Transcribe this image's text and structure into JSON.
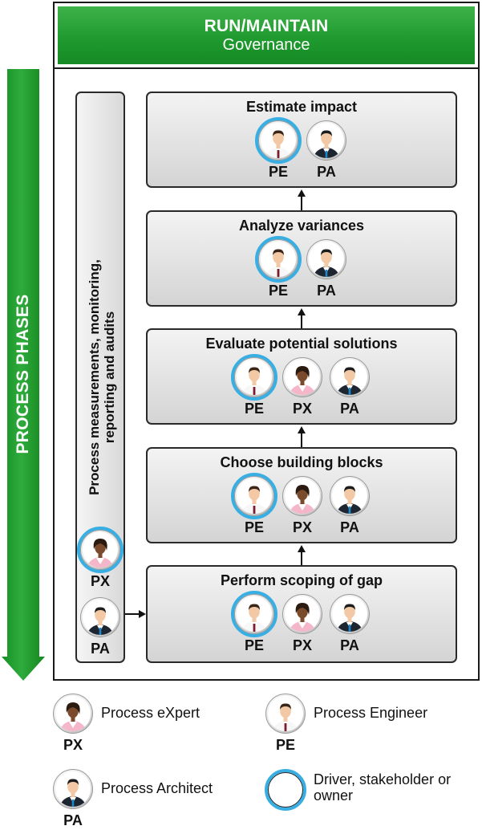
{
  "header": {
    "title": "RUN/MAINTAIN",
    "subtitle": "Governance"
  },
  "phases_label": "PROCESS PHASES",
  "side_panel": {
    "text": "Process measurements, monitoring, reporting and audits",
    "roles": [
      "PX",
      "PA"
    ]
  },
  "steps": [
    {
      "title": "Estimate impact",
      "roles": [
        "PE",
        "PA"
      ],
      "driver": "PE"
    },
    {
      "title": "Analyze variances",
      "roles": [
        "PE",
        "PA"
      ],
      "driver": "PE"
    },
    {
      "title": "Evaluate potential solutions",
      "roles": [
        "PE",
        "PX",
        "PA"
      ],
      "driver": "PE"
    },
    {
      "title": "Choose building blocks",
      "roles": [
        "PE",
        "PX",
        "PA"
      ],
      "driver": "PE"
    },
    {
      "title": "Perform scoping of gap",
      "roles": [
        "PE",
        "PX",
        "PA"
      ],
      "driver": "PE"
    }
  ],
  "legend": {
    "px": {
      "abbr": "PX",
      "label": "Process eXpert"
    },
    "pe": {
      "abbr": "PE",
      "label": "Process Engineer"
    },
    "pa": {
      "abbr": "PA",
      "label": "Process Architect"
    },
    "driver": {
      "label": "Driver, stakeholder or owner"
    }
  },
  "colors": {
    "green": "#1f9b2e",
    "driver_ring": "#38aee2"
  },
  "icons": {
    "PE": "process-engineer-avatar",
    "PX": "process-expert-avatar",
    "PA": "process-architect-avatar"
  }
}
